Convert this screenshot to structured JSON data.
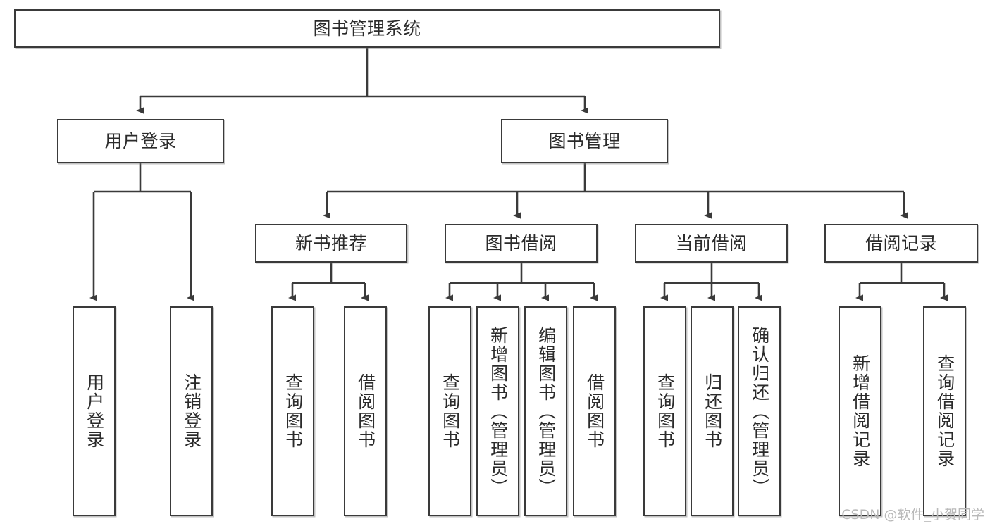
{
  "diagram": {
    "title": "图书管理系统",
    "type": "tree-hierarchy",
    "watermark": "CSDN @软件_小贺同学",
    "colors": {
      "box_border": "#3a3a3a",
      "box_fill": "#ffffff",
      "edge": "#3a3a3a",
      "text": "#2b2b2b",
      "watermark": "#b9b9b9"
    },
    "nodes": {
      "root": {
        "label": "图书管理系统"
      },
      "level2": [
        {
          "id": "user-login",
          "label": "用户登录"
        },
        {
          "id": "book-manage",
          "label": "图书管理"
        }
      ],
      "level3": [
        {
          "id": "new-book-recommend",
          "label": "新书推荐"
        },
        {
          "id": "book-borrow",
          "label": "图书借阅"
        },
        {
          "id": "current-borrow",
          "label": "当前借阅"
        },
        {
          "id": "borrow-record",
          "label": "借阅记录"
        }
      ],
      "leaves": {
        "user-login": [
          {
            "id": "leaf-user-login",
            "label": "用户登录"
          },
          {
            "id": "leaf-logout",
            "label": "注销登录"
          }
        ],
        "new-book-recommend": [
          {
            "id": "leaf-query-book-1",
            "label": "查询图书"
          },
          {
            "id": "leaf-borrow-book-1",
            "label": "借阅图书"
          }
        ],
        "book-borrow": [
          {
            "id": "leaf-query-book-2",
            "label": "查询图书"
          },
          {
            "id": "leaf-add-book",
            "label": "新增图书（管理员）"
          },
          {
            "id": "leaf-edit-book",
            "label": "编辑图书（管理员）"
          },
          {
            "id": "leaf-borrow-book-2",
            "label": "借阅图书"
          }
        ],
        "current-borrow": [
          {
            "id": "leaf-query-book-3",
            "label": "查询图书"
          },
          {
            "id": "leaf-return-book",
            "label": "归还图书"
          },
          {
            "id": "leaf-confirm-return",
            "label": "确认归还（管理员）"
          }
        ],
        "borrow-record": [
          {
            "id": "leaf-add-record",
            "label": "新增借阅记录"
          },
          {
            "id": "leaf-query-record",
            "label": "查询借阅记录"
          }
        ]
      }
    }
  }
}
